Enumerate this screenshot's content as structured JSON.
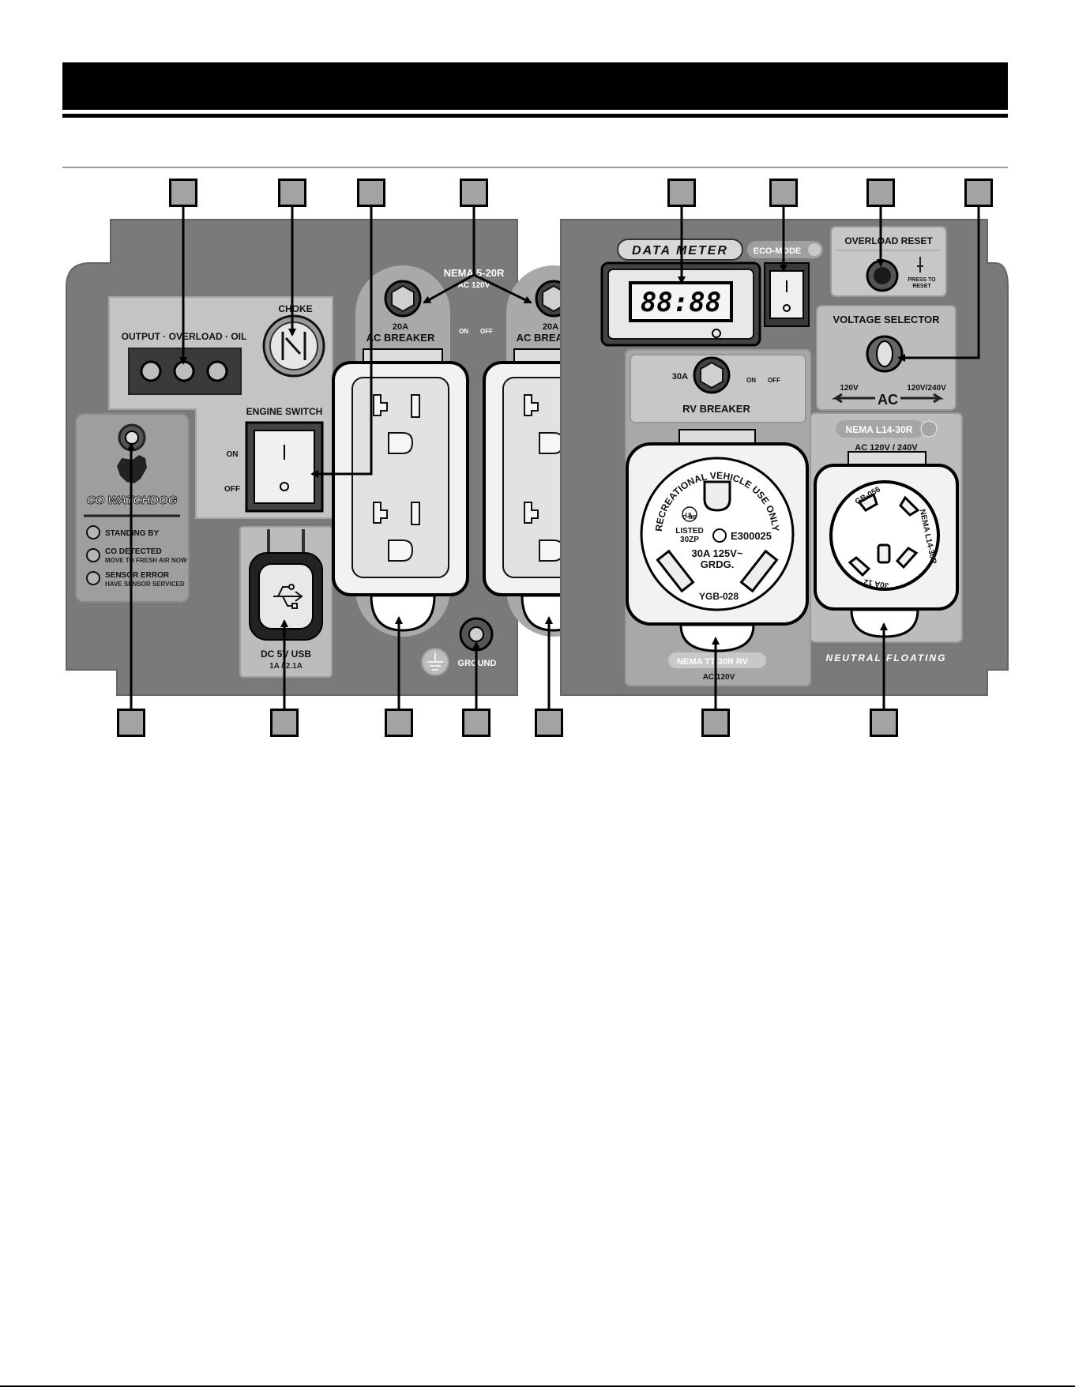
{
  "labels": {
    "output_overload_oil": "OUTPUT · OVERLOAD · OIL",
    "choke": "CHOKE",
    "engine_switch": "ENGINE SWITCH",
    "on": "ON",
    "off": "OFF",
    "co_watchdog": "CO WATCHDOG",
    "standing_by": "STANDING BY",
    "co_detected": "CO DETECTED",
    "co_detected_sub": "MOVE TO FRESH AIR NOW",
    "sensor_error": "SENSOR ERROR",
    "sensor_error_sub": "HAVE SENSOR SERVICED",
    "usb_title": "DC 5V USB",
    "usb_rating": "1A / 2.1A",
    "nema_5_20r": "NEMA 5-20R",
    "ac_120v": "AC 120V",
    "breaker_20a": "20A",
    "ac_breaker": "AC BREAKER",
    "ground": "GROUND",
    "data_meter": "DATA METER",
    "eco_mode": "ECO-MODE",
    "meter_display": "88:88",
    "overload_reset": "OVERLOAD RESET",
    "press_to": "PRESS TO",
    "reset": "RESET",
    "voltage_selector": "VOLTAGE SELECTOR",
    "v120": "120V",
    "v120_240": "120V/240V",
    "ac": "AC",
    "rv_30a": "30A",
    "rv_breaker": "RV BREAKER",
    "rv_curve": "RECREATIONAL VEHICLE USE ONLY",
    "listed": "LISTED",
    "listed_code": "30ZP",
    "cert": "E300025",
    "rv_rating": "30A  125V~",
    "grdg": "GRDG.",
    "ygb": "YGB-028",
    "ul": "UL",
    "c_us": "c     us",
    "nema_tt30r": "NEMA TT-30R RV",
    "ac_120v_rv": "AC 120V",
    "nema_l14_30r": "NEMA L14-30R",
    "ac_120_240": "AC 120V / 240V",
    "gb_056": "GB-056",
    "nema_l14_curve": "NEMA L14-30R",
    "rating_30a": "30A 12",
    "neutral_floating": "NEUTRAL FLOATING"
  },
  "colors": {
    "panel_dark": "#7a7a7a",
    "panel_light": "#c9c9c9",
    "panel_mid": "#9d9d9d",
    "callout_fill": "#a3a3a3"
  },
  "icons": [
    "usb-icon",
    "ground-icon",
    "leaf-icon",
    "press-hand-icon",
    "choke-icon"
  ]
}
